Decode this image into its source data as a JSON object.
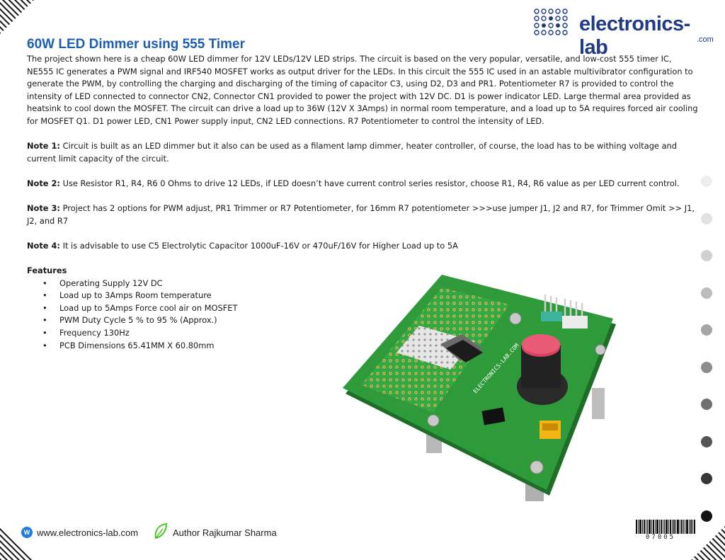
{
  "logo": {
    "wordmark": "electronics-lab",
    "suffix": ".com",
    "brand_color": "#1f3a87"
  },
  "title": "60W LED Dimmer using 555 Timer",
  "intro": "The project shown here is a cheap 60W LED dimmer for 12V LEDs/12V LED strips. The circuit is based on the very popular, versatile, and low-cost 555 timer IC, NE555 IC generates a PWM signal and IRF540 MOSFET works as output driver for the LEDs. In this circuit the 555 IC used in an astable multivibrator configuration to generate the PWM, by controlling the charging and discharging of the timing of capacitor C3, using D2, D3 and PR1. Potentiometer R7 is provided to control the intensity of LED connected to connector CN2, Connector CN1 provided to power the project with 12V DC. D1 is power indicator LED. Large thermal area provided as heatsink to cool down the MOSFET. The circuit can drive a load up to 36W (12V X 3Amps) in normal room temperature, and a load up to 5A requires forced air cooling for MOSFET Q1. D1 power LED, CN1 Power supply input, CN2 LED connections. R7 Potentiometer to control the intensity of LED.",
  "notes": [
    {
      "label": "Note 1:",
      "text": " Circuit is built as an LED dimmer but it also can be used as a filament lamp dimmer, heater controller, of course, the load has to be withing voltage and current limit capacity of the circuit."
    },
    {
      "label": "Note 2:",
      "text": "  Use Resistor R1, R4, R6 0 Ohms to drive 12 LEDs, if LED doesn’t have current control series resistor, choose R1, R4, R6 value as per LED current control."
    },
    {
      "label": "Note 3:",
      "text": " Project has 2 options for PWM adjust, PR1 Trimmer or R7 Potentiometer, for 16mm R7 potentiometer >>>use jumper J1, J2 and R7, for Trimmer Omit >> J1, J2, and R7"
    },
    {
      "label": "Note 4:",
      "text": " It is advisable to use C5 Electrolytic Capacitor 1000uF-16V or 470uF/16V for Higher Load up to 5A"
    }
  ],
  "features": {
    "heading": "Features",
    "items": [
      "Operating Supply 12V DC",
      "Load up to 3Amps Room temperature",
      "Load up to 5Amps Force cool air on MOSFET",
      "PWM Duty Cycle 5 % to 95 % (Approx.)",
      "Frequency 130Hz",
      "PCB Dimensions 65.41MM X 60.80mm"
    ]
  },
  "pcb_silkscreen": "ELECTRONICS-LAB.COM",
  "footer": {
    "website": "www.electronics-lab.com",
    "author": "Author Rajkumar Sharma"
  },
  "barcode_number": "07005",
  "colors": {
    "title": "#1c5fb0",
    "pcb_green": "#2e9a3a",
    "knob": "#d9415f",
    "jumper": "#f2b514"
  }
}
